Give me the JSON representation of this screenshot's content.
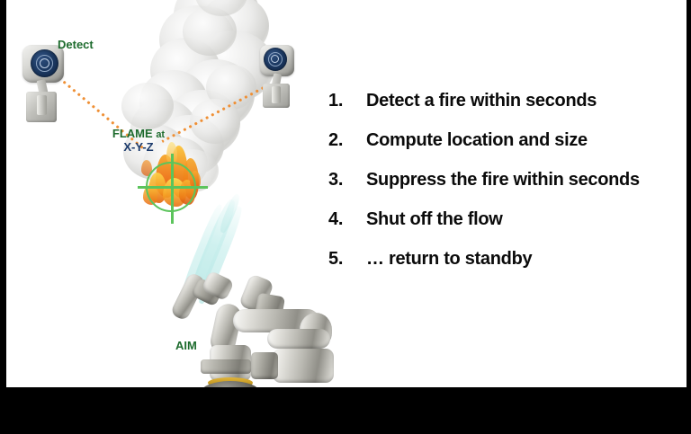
{
  "slide": {
    "background_color": "#ffffff",
    "border_color": "#000000"
  },
  "illustration": {
    "labels": {
      "detect": "Detect",
      "aim": "AIM",
      "flame_word": "FLAME",
      "flame_at": "at",
      "flame_coords": "X-Y-Z"
    },
    "colors": {
      "label_green": "#1d6b2d",
      "coords_navy": "#1b3a6b",
      "sightline_orange": "#ef8f34",
      "reticle_green": "#5cc45c",
      "water_jet": "#cdf0ee",
      "smoke_grey": "#d2d2cf",
      "flame_orange": "#f07a18",
      "detector_face_navy": "#1d3a63"
    },
    "elements": {
      "detector_left": "flame-detector",
      "detector_right": "flame-detector",
      "target_reticle": "crosshair-target",
      "fire": "fire-plume",
      "smoke": "smoke-plume",
      "water_cannon": "robotic-water-monitor",
      "water_stream": "suppression-water-jet"
    }
  },
  "steps": [
    {
      "number": "1.",
      "text": "Detect a fire within seconds"
    },
    {
      "number": "2.",
      "text": "Compute location and size"
    },
    {
      "number": "3.",
      "text": "Suppress the fire within seconds"
    },
    {
      "number": "4.",
      "text": "Shut off the flow"
    },
    {
      "number": "5.",
      "text": "… return to standby"
    }
  ]
}
